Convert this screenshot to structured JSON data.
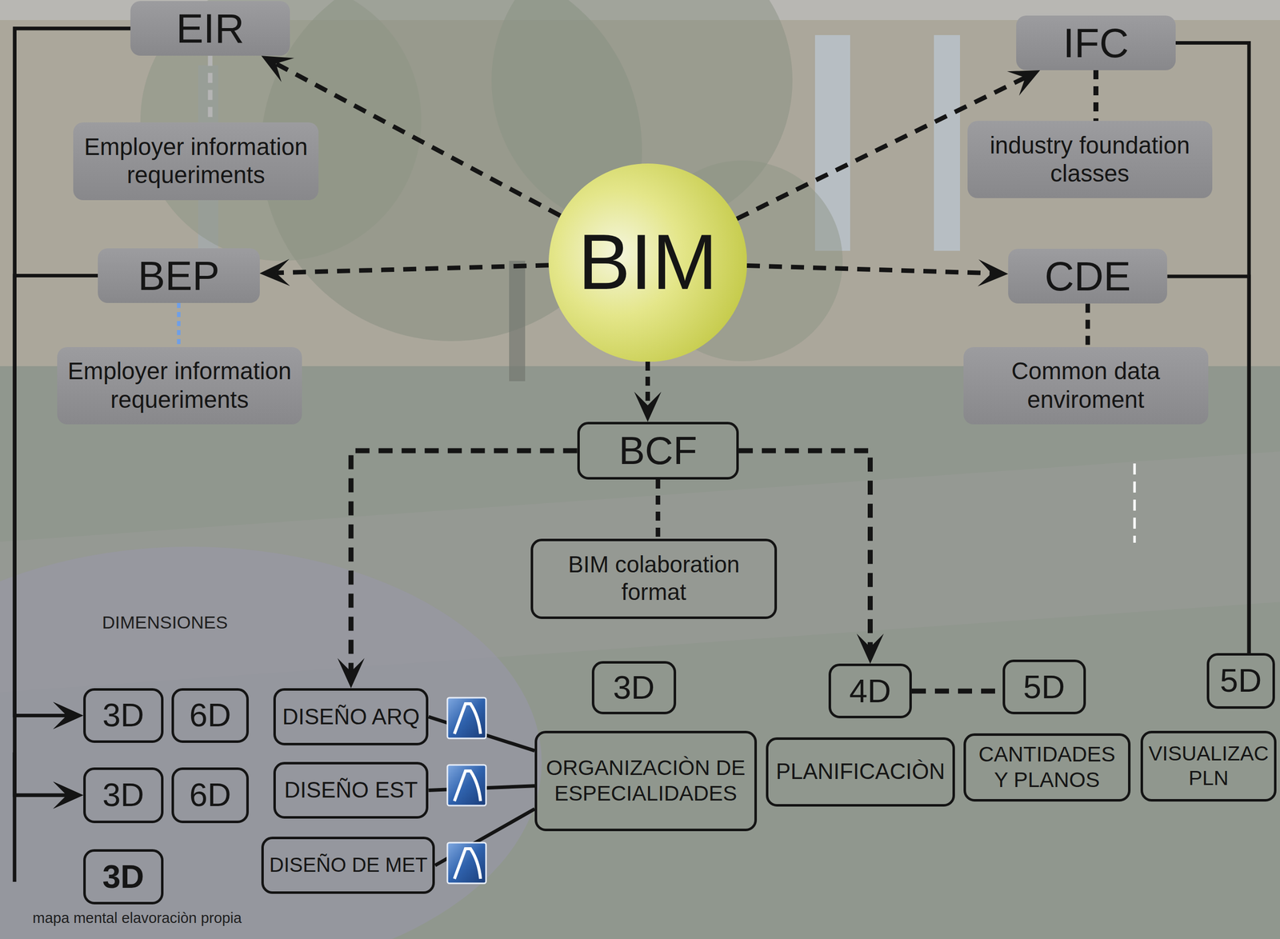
{
  "diagram": {
    "caption": "mapa mental elavoraciòn propia",
    "nodes": [
      {
        "text": [
          "EIR"
        ]
      },
      {
        "text": [
          "Employer information requeriments"
        ]
      },
      {
        "text": [
          "IFC"
        ]
      },
      {
        "text": [
          "industry foundation classes"
        ]
      },
      {
        "text": [
          "BIM"
        ]
      },
      {
        "text": [
          "BEP"
        ]
      },
      {
        "text": [
          "Employer information requeriments"
        ]
      },
      {
        "text": [
          "CDE"
        ]
      },
      {
        "text": [
          "Common data enviroment"
        ]
      },
      {
        "text": [
          "BCF"
        ]
      },
      {
        "text": [
          "BIM colaboration format"
        ]
      },
      {
        "text": [
          "3D"
        ]
      },
      {
        "text": [
          "6D"
        ]
      },
      {
        "text": [
          "DISEÑO ARQ"
        ]
      },
      {
        "text": [
          "3D"
        ]
      },
      {
        "text": [
          "4D"
        ]
      },
      {
        "text": [
          "5D"
        ]
      },
      {
        "text": [
          "5D"
        ]
      },
      {
        "text": [
          "ORGANIZACIÒN DE ESPECIALIDADES"
        ]
      },
      {
        "text": [
          "PLANIFICACIÒN"
        ]
      },
      {
        "text": [
          "CANTIDADES Y PLANOS"
        ]
      },
      {
        "text": [
          "VISUALIZAC PLN"
        ]
      },
      {
        "text": [
          "3D"
        ]
      },
      {
        "text": [
          "6D"
        ]
      },
      {
        "text": [
          "DISEÑO EST"
        ]
      },
      {
        "text": [
          "DISEÑO DE MET"
        ]
      },
      {
        "text": [
          "3D"
        ]
      }
    ],
    "edges": [
      {
        "from": 4,
        "to": 0,
        "arrow": "to"
      },
      {
        "from": 4,
        "to": 2,
        "arrow": "to"
      },
      {
        "from": 4,
        "to": 5,
        "arrow": "to"
      },
      {
        "from": 4,
        "to": 7,
        "arrow": "to"
      },
      {
        "from": 4,
        "to": 9,
        "arrow": "to"
      },
      {
        "from": 0,
        "to": 1,
        "arrow": "none"
      },
      {
        "from": 2,
        "to": 3,
        "arrow": "none"
      },
      {
        "from": 5,
        "to": 6,
        "arrow": "none"
      },
      {
        "from": 7,
        "to": 8,
        "arrow": "none"
      },
      {
        "from": 9,
        "to": 10,
        "arrow": "none"
      },
      {
        "from": 9,
        "to": 13,
        "arrow": "to"
      },
      {
        "from": 9,
        "to": 15,
        "arrow": "to"
      },
      {
        "from": 15,
        "to": 16,
        "arrow": "none"
      },
      {
        "from": 13,
        "to": 18,
        "arrow": "none"
      },
      {
        "from": 24,
        "to": 18,
        "arrow": "none"
      },
      {
        "from": 25,
        "to": 18,
        "arrow": "none"
      },
      {
        "from": 0,
        "to": 11,
        "arrow": "to"
      },
      {
        "from": 0,
        "to": 22,
        "arrow": "to"
      },
      {
        "from": 5,
        "to": 11,
        "arrow": "to"
      },
      {
        "from": 5,
        "to": 22,
        "arrow": "to"
      },
      {
        "from": 2,
        "to": 17,
        "arrow": "none"
      },
      {
        "from": 7,
        "to": 17,
        "arrow": "none"
      }
    ],
    "labels": [
      "DIMENSIONES"
    ]
  }
}
